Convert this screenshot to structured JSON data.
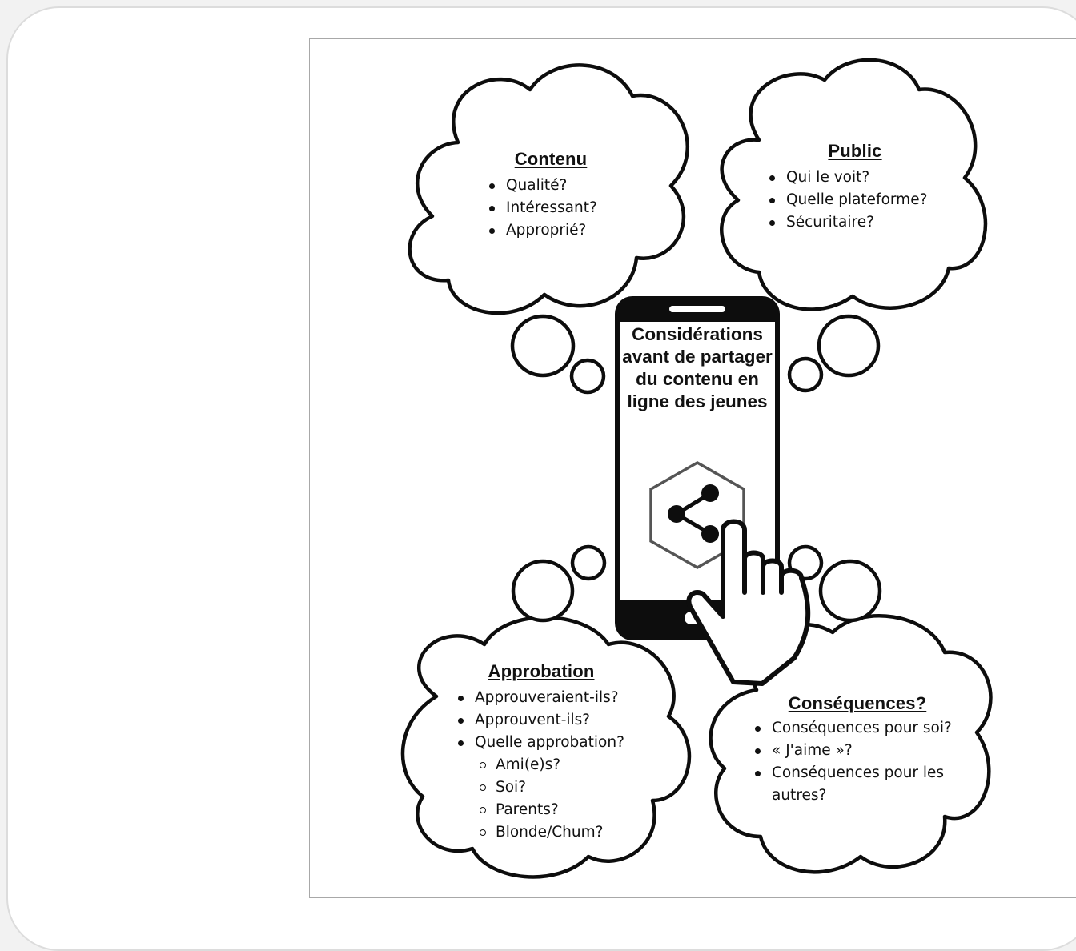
{
  "colors": {
    "ink": "#0d0d0d",
    "hexagon": "#555555",
    "frame": "#a8a8a8",
    "background": "#f2f2f2"
  },
  "icons": [
    "thought-cloud",
    "smartphone",
    "share-icon",
    "hexagon",
    "pointing-hand-icon"
  ],
  "phone": {
    "title": "Considérations avant de partager du contenu en ligne des jeunes"
  },
  "clouds": {
    "contenu": {
      "title": "Contenu",
      "items": [
        "Qualité?",
        "Intéressant?",
        "Approprié?"
      ]
    },
    "public": {
      "title": "Public",
      "items": [
        "Qui le voit?",
        "Quelle plateforme?",
        "Sécuritaire?"
      ]
    },
    "approbation": {
      "title": "Approbation",
      "items": [
        "Approuveraient-ils?",
        "Approuvent-ils?",
        "Quelle approbation?"
      ],
      "subitems": [
        "Ami(e)s?",
        "Soi?",
        "Parents?",
        "Blonde/Chum?"
      ]
    },
    "consequences": {
      "title": "Conséquences?",
      "items": [
        "Conséquences pour soi?",
        "« J'aime »?",
        "Conséquences pour les autres?"
      ]
    }
  }
}
